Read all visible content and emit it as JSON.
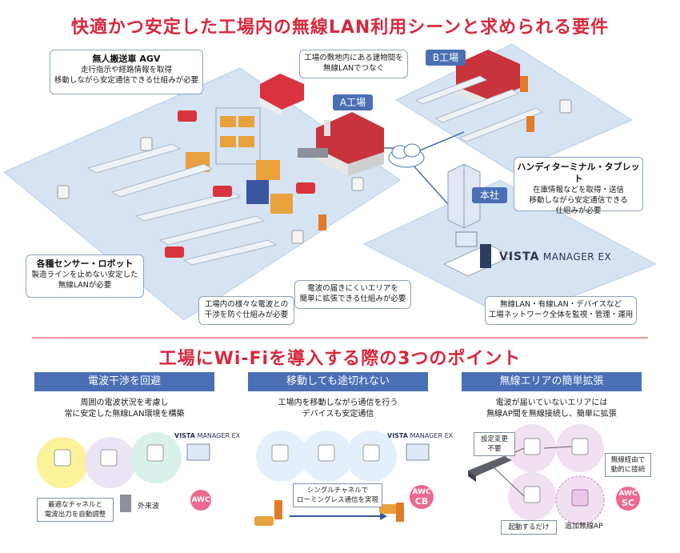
{
  "title_top": "快適かつ安定した工場内の無線LAN利用シーンと求められる要件",
  "title_bottom": "工場にWi-Fiを導入する際の3つのポイント",
  "callouts": {
    "agv": {
      "head": "無人搬送車 AGV",
      "lines": [
        "走行指示や経路情報を取得",
        "移動しながら安定通信できる仕組みが必要"
      ]
    },
    "building": {
      "lines": [
        "工場の敷地内にある建物間を",
        "無線LANでつなぐ"
      ]
    },
    "handy": {
      "head": "ハンディターミナル・タブレット",
      "lines": [
        "在庫情報などを取得・送信",
        "移動しながら安定通信できる",
        "仕組みが必要"
      ]
    },
    "sensor": {
      "head": "各種センサー・ロボット",
      "lines": [
        "製造ラインを止めない安定した",
        "無線LANが必要"
      ]
    },
    "interference": {
      "lines": [
        "工場内の様々な電波との",
        "干渉を防ぐ仕組みが必要"
      ]
    },
    "extend": {
      "lines": [
        "電波の届きにくいエリアを",
        "簡単に拡張できる仕組みが必要"
      ]
    },
    "monitor": {
      "lines": [
        "無線LAN・有線LAN・デバイスなど",
        "工場ネットワーク全体を監視・管理・運用"
      ]
    }
  },
  "buildings": {
    "a": "A工場",
    "b": "B工場",
    "hq": "本社"
  },
  "vista": {
    "main": "VISTA",
    "sub": "MANAGER EX"
  },
  "points": [
    {
      "title": "電波干渉を回避",
      "lines": [
        "周囲の電波状況を考慮し",
        "常に安定した無線LAN環境を構築"
      ]
    },
    {
      "title": "移動しても途切れない",
      "lines": [
        "工場内を移動しながら通信を行う",
        "デバイスも安定通信"
      ]
    },
    {
      "title": "無線エリアの簡単拡張",
      "lines": [
        "電波が届いていないエリアには",
        "無線AP間を無線接続し、簡単に拡張"
      ]
    }
  ],
  "p1": {
    "tag": [
      "最適なチャネルと",
      "電波出力を自動調整"
    ],
    "noise": "外来波",
    "badge": "AWC",
    "vista_main": "VISTA",
    "vista_sub": "MANAGER EX"
  },
  "p2": {
    "tag": [
      "シングルチャネルで",
      "ローミングレス通信を実現"
    ],
    "badge": [
      "AWC",
      "CB"
    ],
    "vista_main": "VISTA",
    "vista_sub": "MANAGER EX"
  },
  "p3": {
    "tag_nochange": [
      "設定変更",
      "不要"
    ],
    "tag_mesh": [
      "無線経由で",
      "動的に接続"
    ],
    "tag_start": "起動するだけ",
    "tag_added": "追加無線AP",
    "badge": [
      "AWC",
      "SC"
    ]
  },
  "colors": {
    "title": "#d6293d",
    "bar": "#4a6fb5",
    "floor": "#d9e5f4",
    "badge": "#ec6a8f"
  }
}
